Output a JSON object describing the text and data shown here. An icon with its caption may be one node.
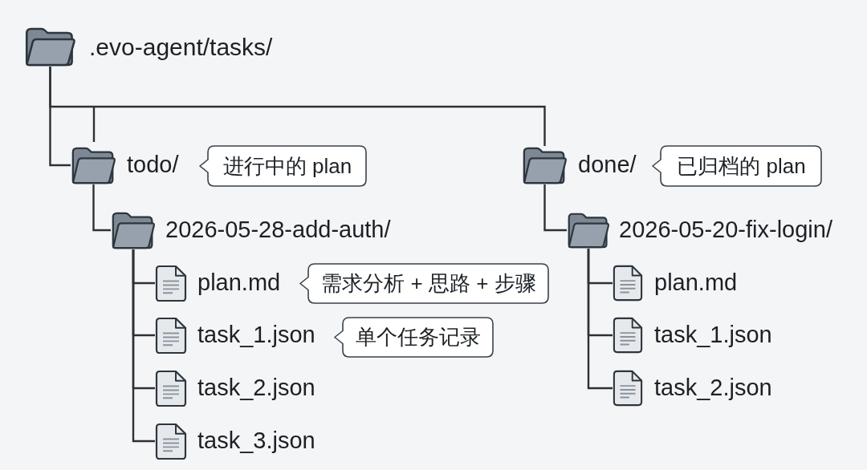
{
  "diagram": {
    "nodes": [
      {
        "text": [
          ".evo-agent/tasks/"
        ]
      },
      {
        "text": [
          "todo/"
        ]
      },
      {
        "text": [
          "进行中的 plan"
        ]
      },
      {
        "text": [
          "done/"
        ]
      },
      {
        "text": [
          "已归档的 plan"
        ]
      },
      {
        "text": [
          "2026-05-28-add-auth/"
        ]
      },
      {
        "text": [
          "2026-05-20-fix-login/"
        ]
      },
      {
        "text": [
          "plan.md"
        ]
      },
      {
        "text": [
          "需求分析 + 思路 + 步骤"
        ]
      },
      {
        "text": [
          "plan.md"
        ]
      },
      {
        "text": [
          "task_1.json"
        ]
      },
      {
        "text": [
          "单个任务记录"
        ]
      },
      {
        "text": [
          "task_1.json"
        ]
      },
      {
        "text": [
          "task_2.json"
        ]
      },
      {
        "text": [
          "task_2.json"
        ]
      },
      {
        "text": [
          "task_3.json"
        ]
      }
    ],
    "edges": [
      {
        "from": 0,
        "to": 1,
        "arrow": "none"
      },
      {
        "from": 0,
        "to": 3,
        "arrow": "none"
      },
      {
        "from": 1,
        "to": 5,
        "arrow": "none"
      },
      {
        "from": 3,
        "to": 6,
        "arrow": "none"
      },
      {
        "from": 5,
        "to": 7,
        "arrow": "none"
      },
      {
        "from": 5,
        "to": 10,
        "arrow": "none"
      },
      {
        "from": 5,
        "to": 13,
        "arrow": "none"
      },
      {
        "from": 5,
        "to": 15,
        "arrow": "none"
      },
      {
        "from": 6,
        "to": 9,
        "arrow": "none"
      },
      {
        "from": 6,
        "to": 12,
        "arrow": "none"
      },
      {
        "from": 6,
        "to": 14,
        "arrow": "none"
      }
    ]
  }
}
